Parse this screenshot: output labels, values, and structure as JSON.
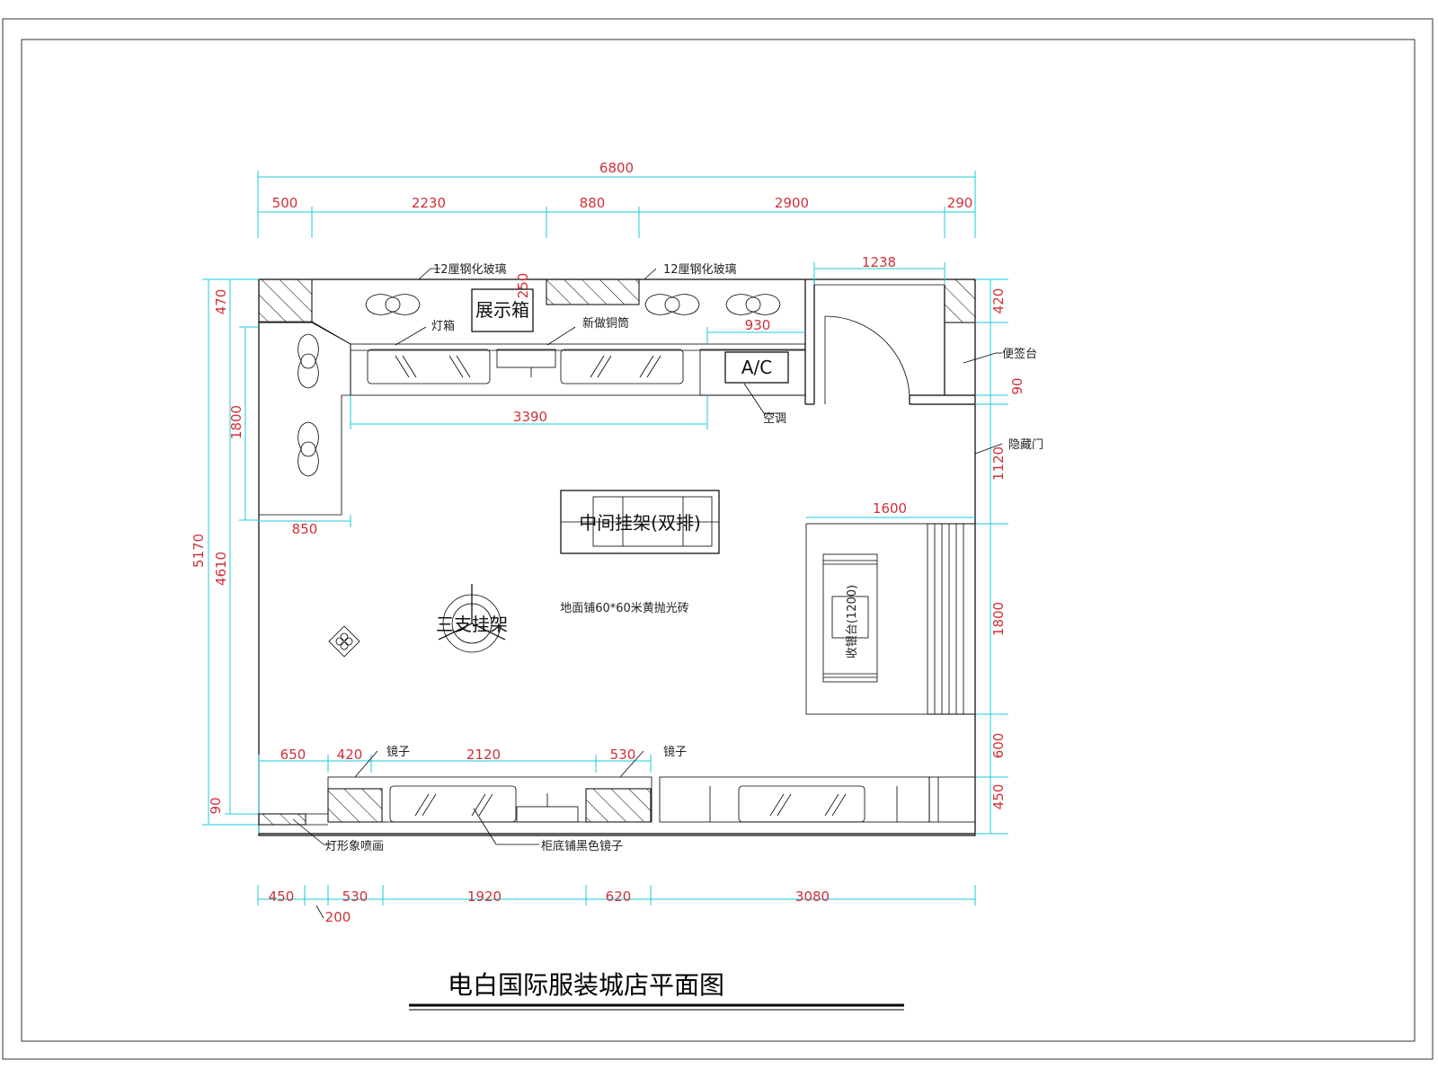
{
  "title": "电白国际服装城店平面图",
  "dims": {
    "total_width": "6800",
    "top_500": "500",
    "top_2230": "2230",
    "top_880": "880",
    "top_2900": "2900",
    "top_290": "290",
    "d1238": "1238",
    "d930": "930",
    "d250": "250",
    "d3390": "3390",
    "d850": "850",
    "d1600": "1600",
    "left_470": "470",
    "left_1800": "1800",
    "left_5170": "5170",
    "left_4610": "4610",
    "left_90": "90",
    "right_420": "420",
    "right_90": "90",
    "right_1120": "1120",
    "right_1800": "1800",
    "right_600": "600",
    "right_450": "450",
    "low_650": "650",
    "low_420": "420",
    "low_2120": "2120",
    "low_530": "530",
    "bot_450": "450",
    "bot_530": "530",
    "bot_1920": "1920",
    "bot_620": "620",
    "bot_3080": "3080",
    "bot_200": "200"
  },
  "labels": {
    "glass_left": "12厘钢化玻璃",
    "glass_right": "12厘钢化玻璃",
    "display_box": "展示箱",
    "light_box": "灯箱",
    "pipe": "新做铜筒",
    "ac_box": "A/C",
    "ac": "空调",
    "counter": "便签台",
    "hidden_door": "隐藏门",
    "mid_rack": "中间挂架(双排)",
    "floor": "地面铺60*60米黄抛光砖",
    "tri_rack": "三支挂架",
    "cashier": "收银台(1200)",
    "mirror_left": "镜子",
    "mirror_right": "镜子",
    "image_painting": "灯形象喷画",
    "black_mirror": "柜底铺黑色镜子"
  }
}
